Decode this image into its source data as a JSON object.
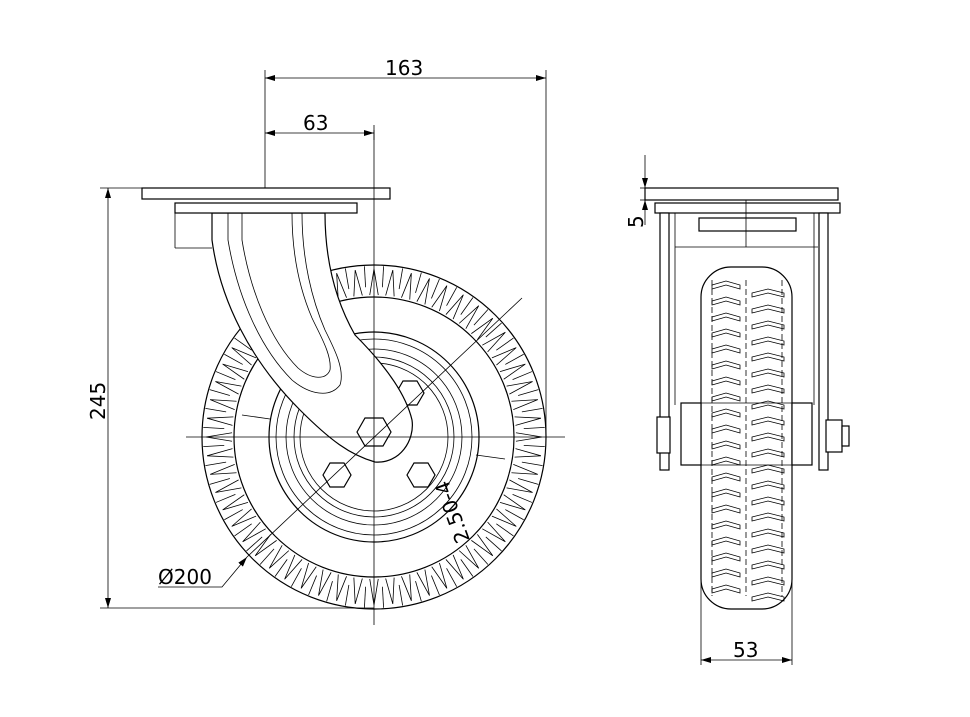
{
  "dimensions": {
    "overall_offset": "163",
    "swivel_offset": "63",
    "overall_height": "245",
    "wheel_diameter": "Ø200",
    "plate_thickness": "5",
    "wheel_width": "53"
  },
  "tire_marking": "2.50-4"
}
